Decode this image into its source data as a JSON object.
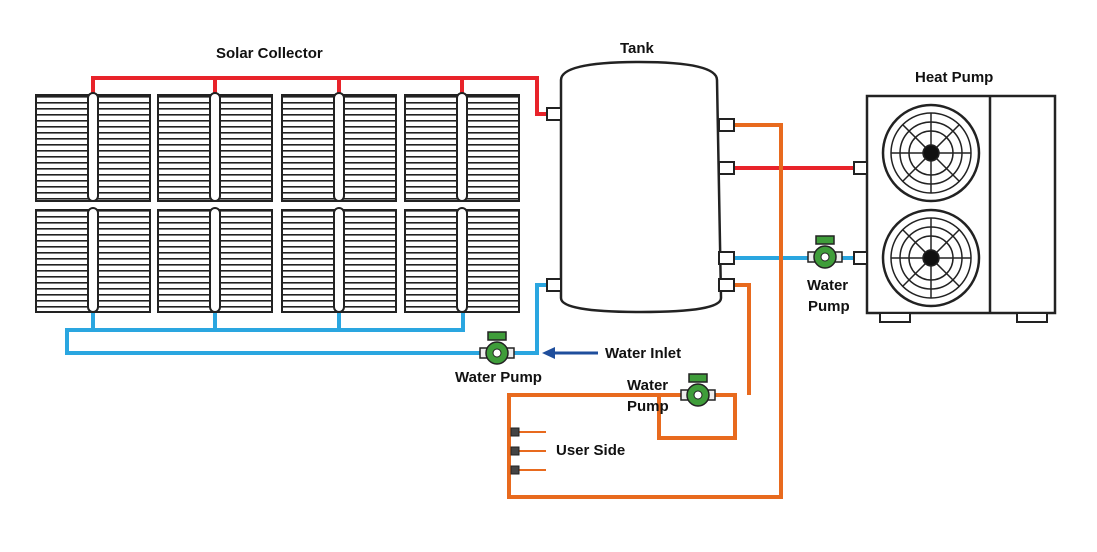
{
  "labels": {
    "solar_collector": "Solar Collector",
    "tank": "Tank",
    "heat_pump": "Heat Pump",
    "water_pump_right_line1": "Water",
    "water_pump_right_line2": "Pump",
    "water_pump_main": "Water Pump",
    "water_inlet": "Water Inlet",
    "water_pump_user_line1": "Water",
    "water_pump_user_line2": "Pump",
    "user_side": "User Side"
  },
  "colors": {
    "hot_line": "#e8232a",
    "cold_line": "#2aa6e0",
    "user_loop": "#e86a1e",
    "inlet_arrow": "#1f4e9c",
    "pump_body": "#3f9d3a",
    "outline": "#111111"
  }
}
